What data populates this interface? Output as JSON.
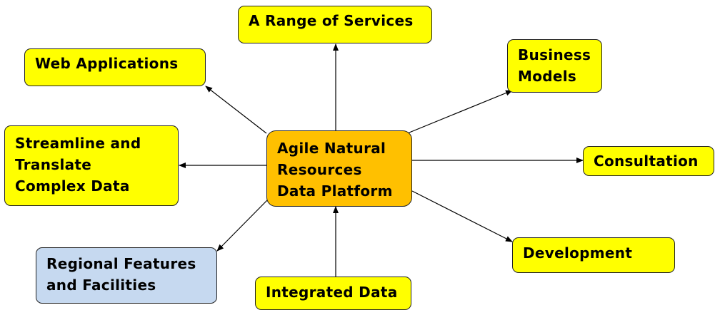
{
  "colors": {
    "leaf_fill": "#ffff00",
    "center_fill": "#ffc000",
    "highlight_fill": "#c6d9f0",
    "border": "#222222",
    "arrow": "#000000"
  },
  "center": {
    "lines": [
      "Agile Natural",
      "Resources",
      "Data Platform"
    ]
  },
  "nodes": {
    "range_of_services": {
      "lines": [
        "A Range of Services"
      ]
    },
    "web_applications": {
      "lines": [
        "Web Applications"
      ]
    },
    "business_models": {
      "lines": [
        "Business",
        "Models"
      ]
    },
    "streamline": {
      "lines": [
        "Streamline and",
        "Translate",
        "Complex Data"
      ]
    },
    "consultation": {
      "lines": [
        "Consultation"
      ]
    },
    "regional": {
      "lines": [
        "Regional Features",
        "and Facilities"
      ]
    },
    "development": {
      "lines": [
        "Development"
      ]
    },
    "integrated_data": {
      "lines": [
        "Integrated Data"
      ]
    }
  },
  "edges": [
    {
      "from": "center",
      "to": "range_of_services",
      "direction": "outgoing"
    },
    {
      "from": "center",
      "to": "web_applications",
      "direction": "outgoing"
    },
    {
      "from": "center",
      "to": "business_models",
      "direction": "outgoing"
    },
    {
      "from": "center",
      "to": "streamline",
      "direction": "outgoing"
    },
    {
      "from": "center",
      "to": "consultation",
      "direction": "outgoing"
    },
    {
      "from": "center",
      "to": "regional",
      "direction": "outgoing"
    },
    {
      "from": "center",
      "to": "development",
      "direction": "outgoing"
    },
    {
      "from": "integrated_data",
      "to": "center",
      "direction": "incoming"
    }
  ]
}
